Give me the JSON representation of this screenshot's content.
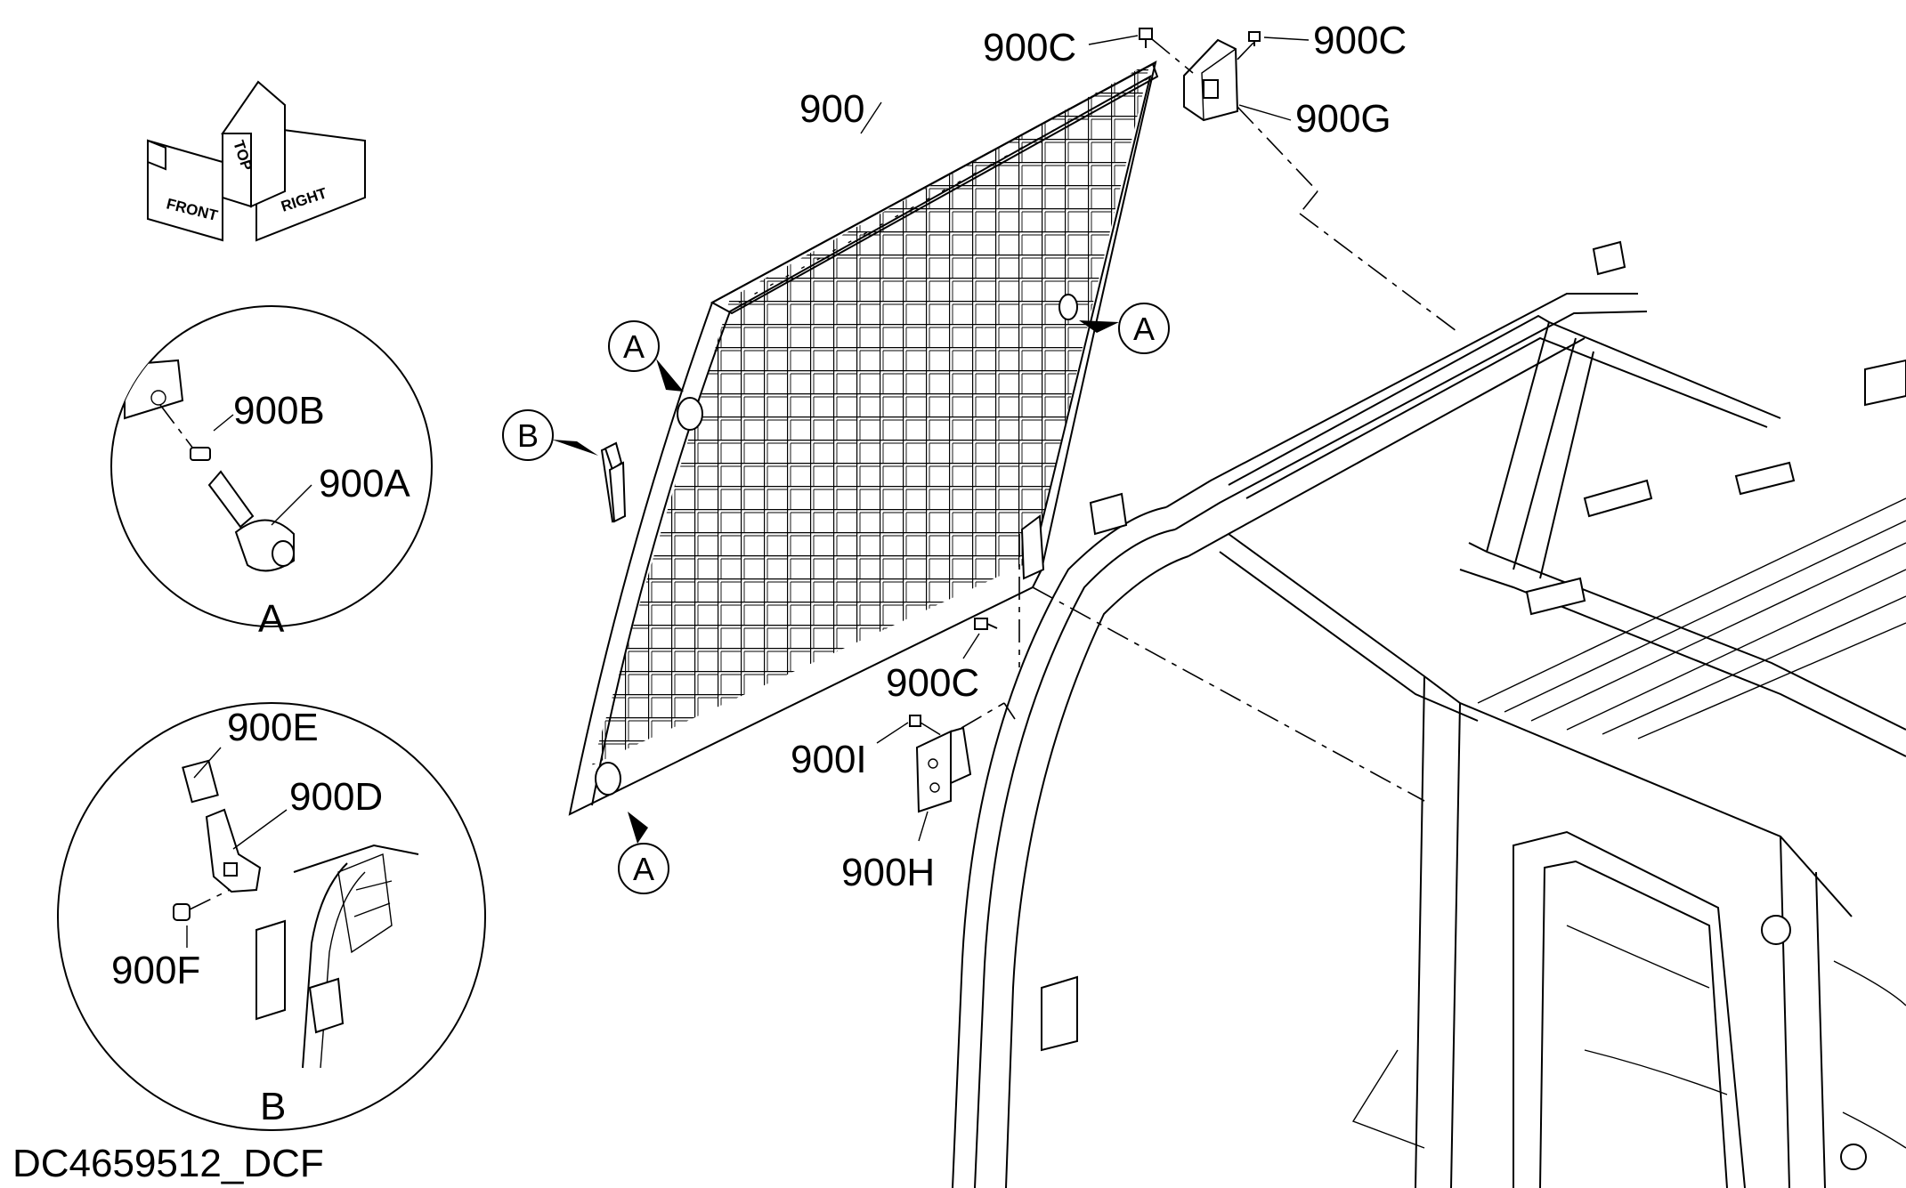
{
  "labels": {
    "p900": "900",
    "p900c_a": "900C",
    "p900c_b": "900C",
    "p900g": "900G",
    "p900c_c": "900C",
    "p900i": "900I",
    "p900h": "900H",
    "p900b": "900B",
    "p900a": "900A",
    "p900e": "900E",
    "p900d": "900D",
    "p900f": "900F"
  },
  "detail_refs": {
    "a1": "A",
    "a2": "A",
    "a3": "A",
    "b1": "B",
    "detail_a": "A",
    "detail_b": "B"
  },
  "orientation": {
    "front": "FRONT",
    "top": "TOP",
    "right": "RIGHT"
  },
  "drawing_id": "DC4659512_DCF"
}
